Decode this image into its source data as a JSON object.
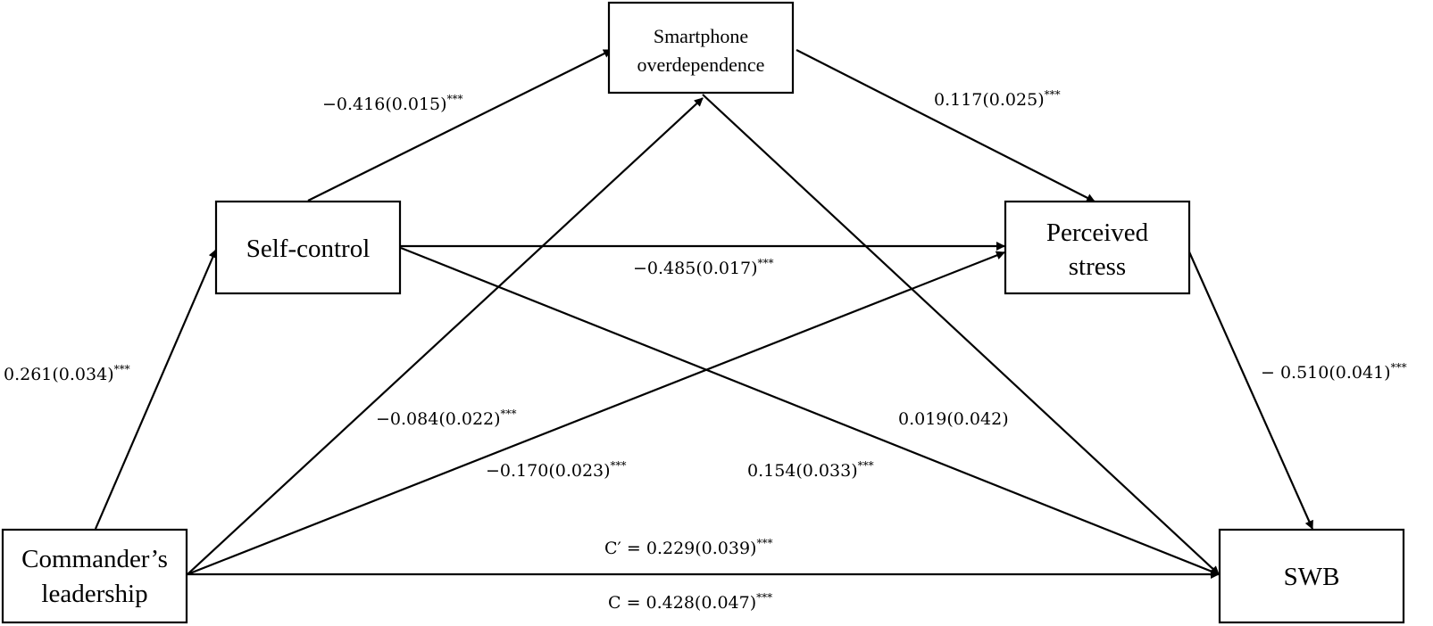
{
  "nodes": {
    "smartphone": {
      "lines": [
        "Smartphone",
        "overdependence"
      ]
    },
    "self_control": {
      "lines": [
        "Self-control"
      ]
    },
    "perceived_stress": {
      "lines": [
        "Perceived",
        "stress"
      ]
    },
    "commander": {
      "lines": [
        "Commander’s",
        "leadership"
      ]
    },
    "swb": {
      "lines": [
        "SWB"
      ]
    }
  },
  "edges": {
    "self_control_to_smartphone": {
      "value": "−0.416(0.015)",
      "sig": "***"
    },
    "smartphone_to_stress": {
      "value": "0.117(0.025)",
      "sig": "***"
    },
    "self_control_to_stress": {
      "value": "−0.485(0.017)",
      "sig": "***"
    },
    "commander_to_self_control": {
      "value": "0.261(0.034)",
      "sig": "***"
    },
    "stress_to_swb": {
      "value": "− 0.510(0.041)",
      "sig": "***"
    },
    "commander_to_smartphone": {
      "value": "−0.084(0.022)",
      "sig": "***"
    },
    "smartphone_to_swb": {
      "value": "0.019(0.042)",
      "sig": ""
    },
    "commander_to_stress": {
      "value": "−0.170(0.023)",
      "sig": "***"
    },
    "self_control_to_swb": {
      "value": "0.154(0.033)",
      "sig": "***"
    },
    "direct_effect": {
      "value": "C′ = 0.229(0.039)",
      "sig": "***"
    },
    "total_effect": {
      "value": "C = 0.428(0.047)",
      "sig": "***"
    }
  }
}
